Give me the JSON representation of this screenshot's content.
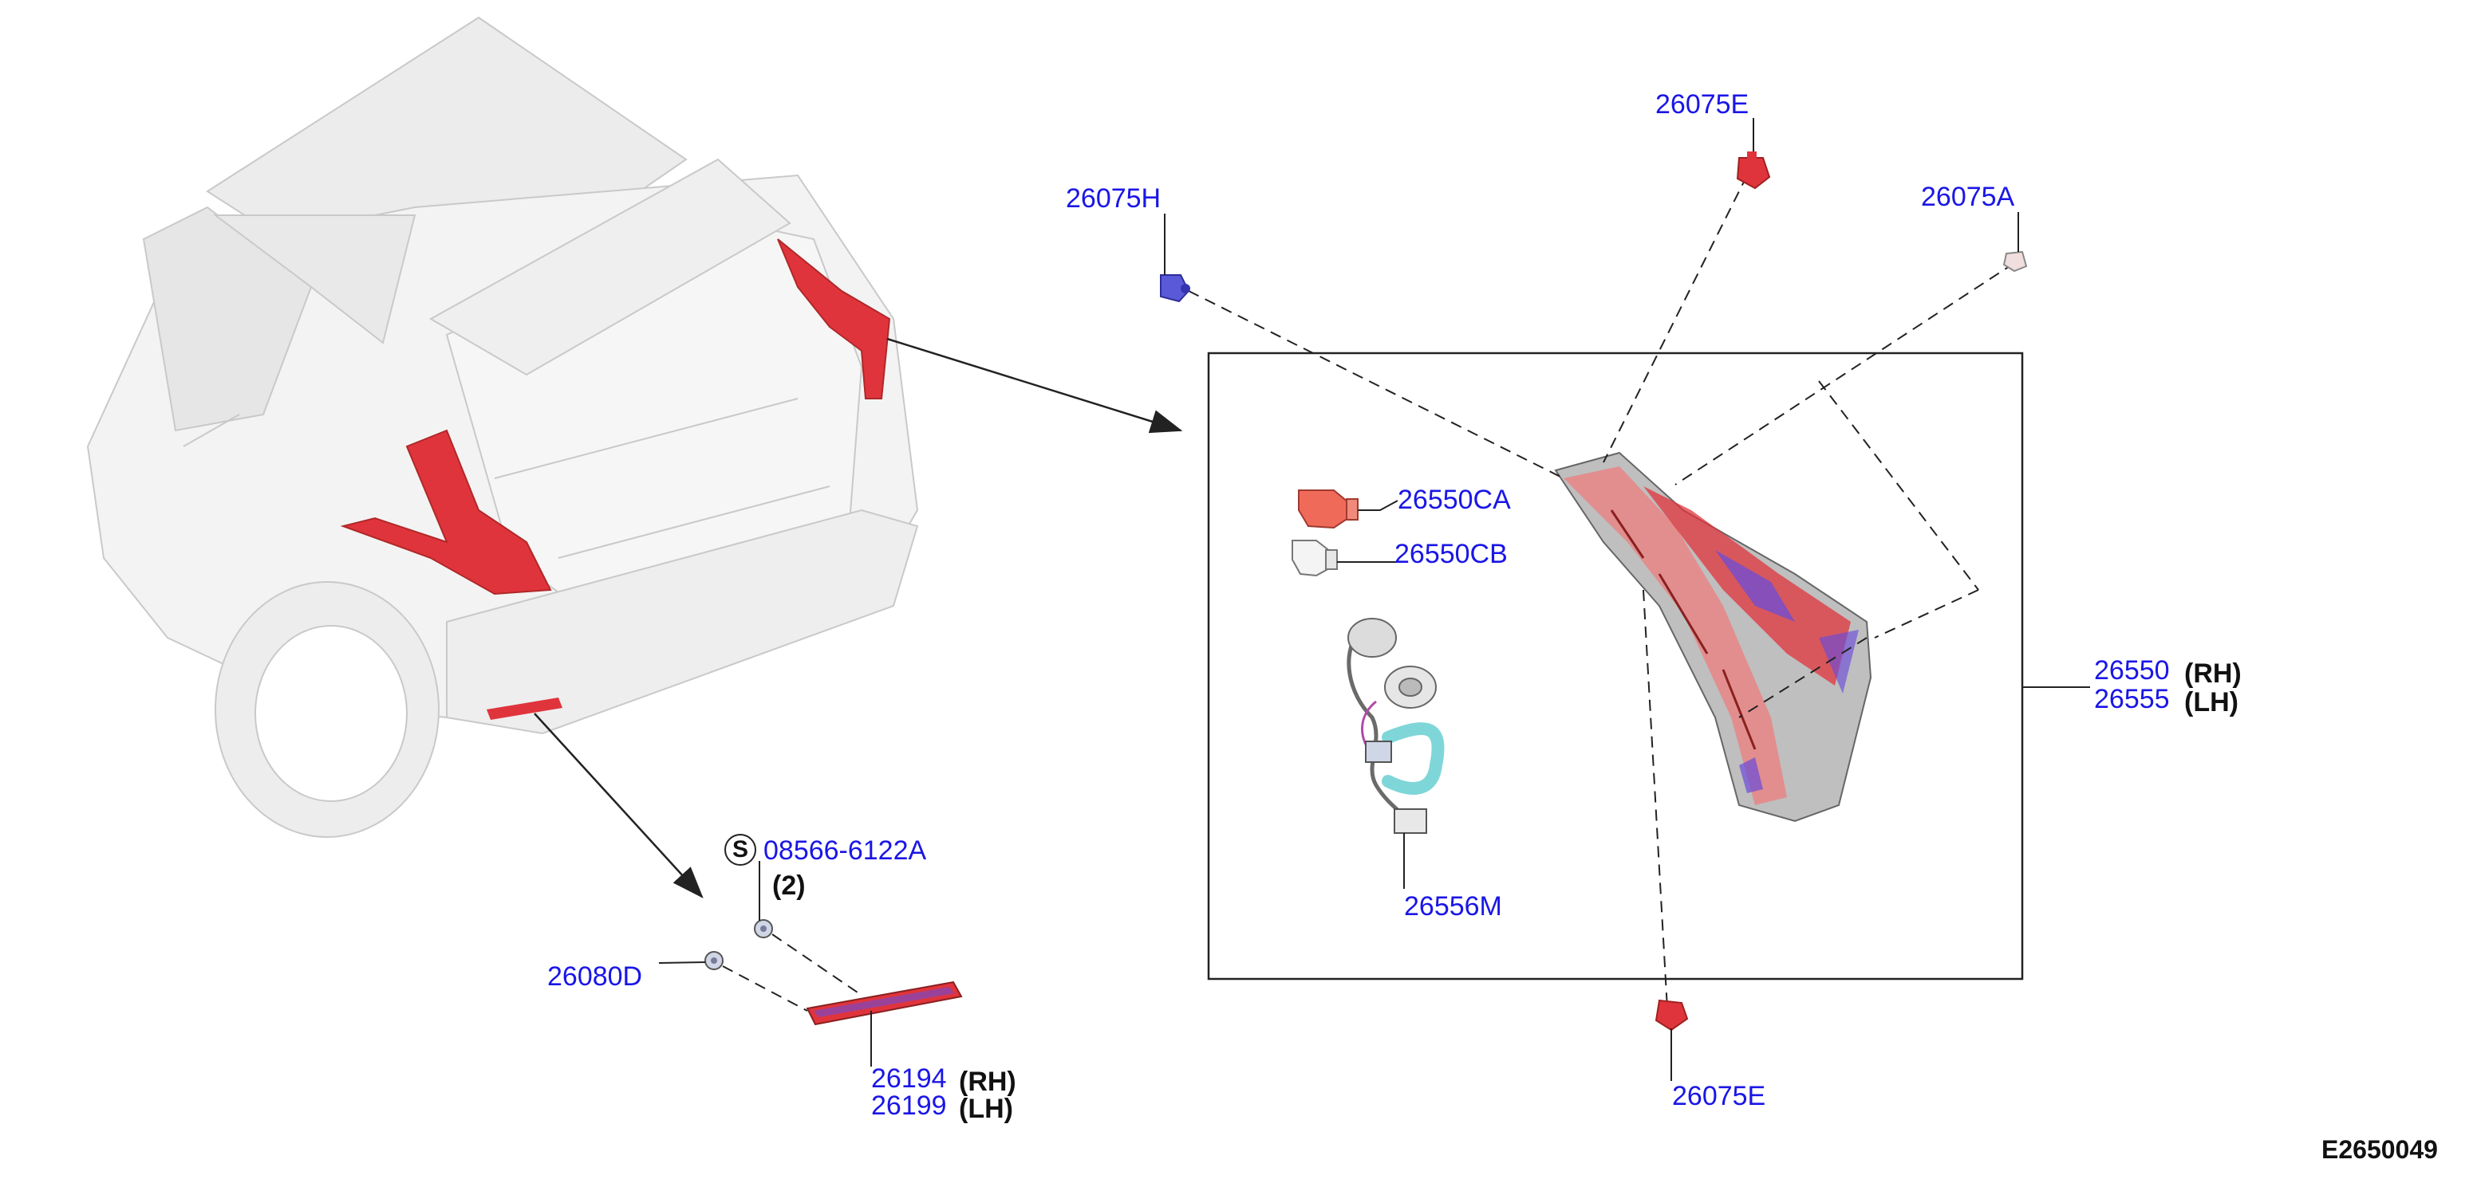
{
  "diagram_code": "E2650049",
  "parts": [
    {
      "id": "26075H"
    },
    {
      "id": "26075E_top",
      "number": "26075E"
    },
    {
      "id": "26075A"
    },
    {
      "id": "26550CA"
    },
    {
      "id": "26550CB"
    },
    {
      "id": "26556M"
    },
    {
      "id": "26075E_bottom",
      "number": "26075E"
    },
    {
      "id": "26080D"
    },
    {
      "id": "08566-6122A",
      "symbol": "S",
      "qty": "(2)"
    }
  ],
  "combo_lamp": {
    "rh_number": "26550",
    "rh": "(RH)",
    "lh_number": "26555",
    "lh": "(LH)"
  },
  "reflex": {
    "rh_number": "26194",
    "rh": "(RH)",
    "lh_number": "26199",
    "lh": "(LH)"
  },
  "colors": {
    "part_number": "#1a16e6",
    "lamp_red": "#e0343c",
    "lamp_pink": "#e88585",
    "bulb_red": "#f06a5a",
    "harness": "#7fd6d8",
    "connector_blue": "#5a5ad8"
  }
}
